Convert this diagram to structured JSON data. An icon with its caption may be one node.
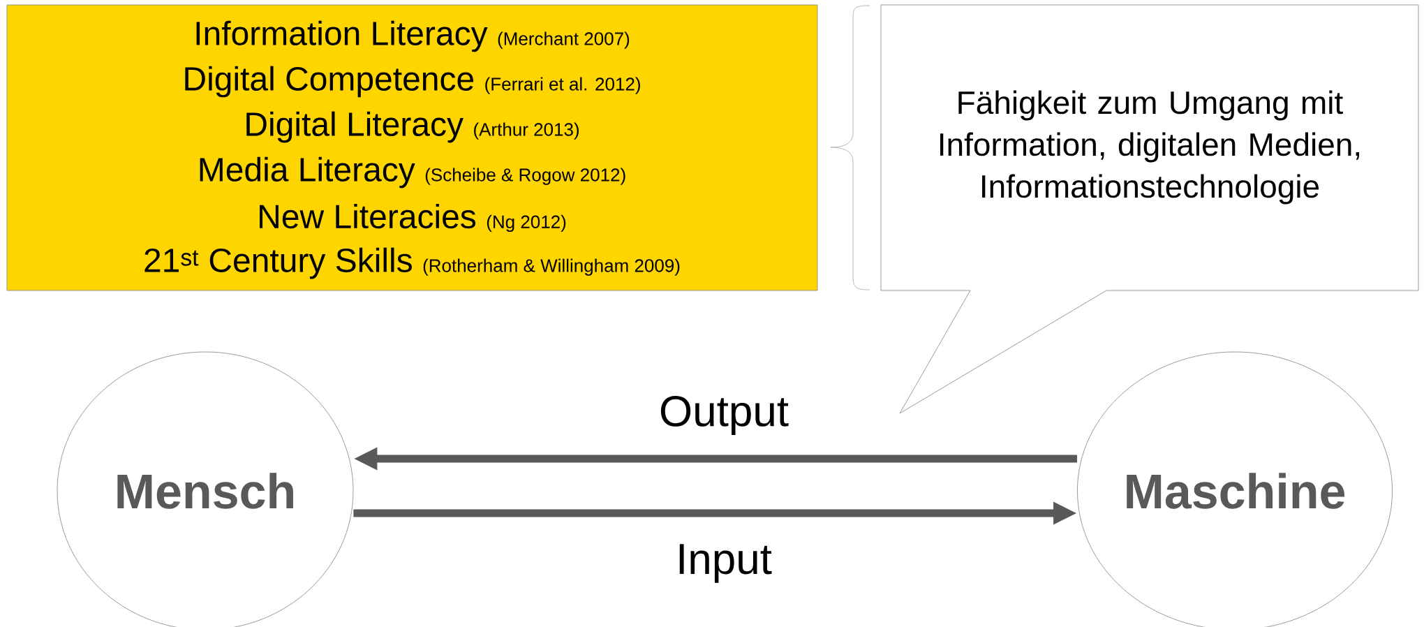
{
  "diagram": {
    "nodes": [
      {
        "text": [
          "Information Literacy",
          "(Merchant 2007)",
          "Digital Competence",
          "(Ferrari et al. 2012)",
          "Digital Literacy",
          "(Arthur 2013)",
          "Media Literacy",
          "(Scheibe & Rogow 2012)",
          "New Literacies",
          "(Ng 2012)",
          "21$^{st}$ Century Skills",
          "(Rotherham & Willingham 2009)"
        ]
      },
      {
        "text": [
          "Fähigkeit zum Umgang mit Information, digitalen Medien, Informationstechnologie"
        ]
      },
      {
        "text": [
          "Mensch"
        ]
      },
      {
        "text": [
          "Maschine"
        ]
      }
    ],
    "edges": [
      {
        "from": 3,
        "to": 2,
        "arrow": "to",
        "label": "Output"
      },
      {
        "from": 2,
        "to": 3,
        "arrow": "to",
        "label": "Input"
      }
    ]
  }
}
